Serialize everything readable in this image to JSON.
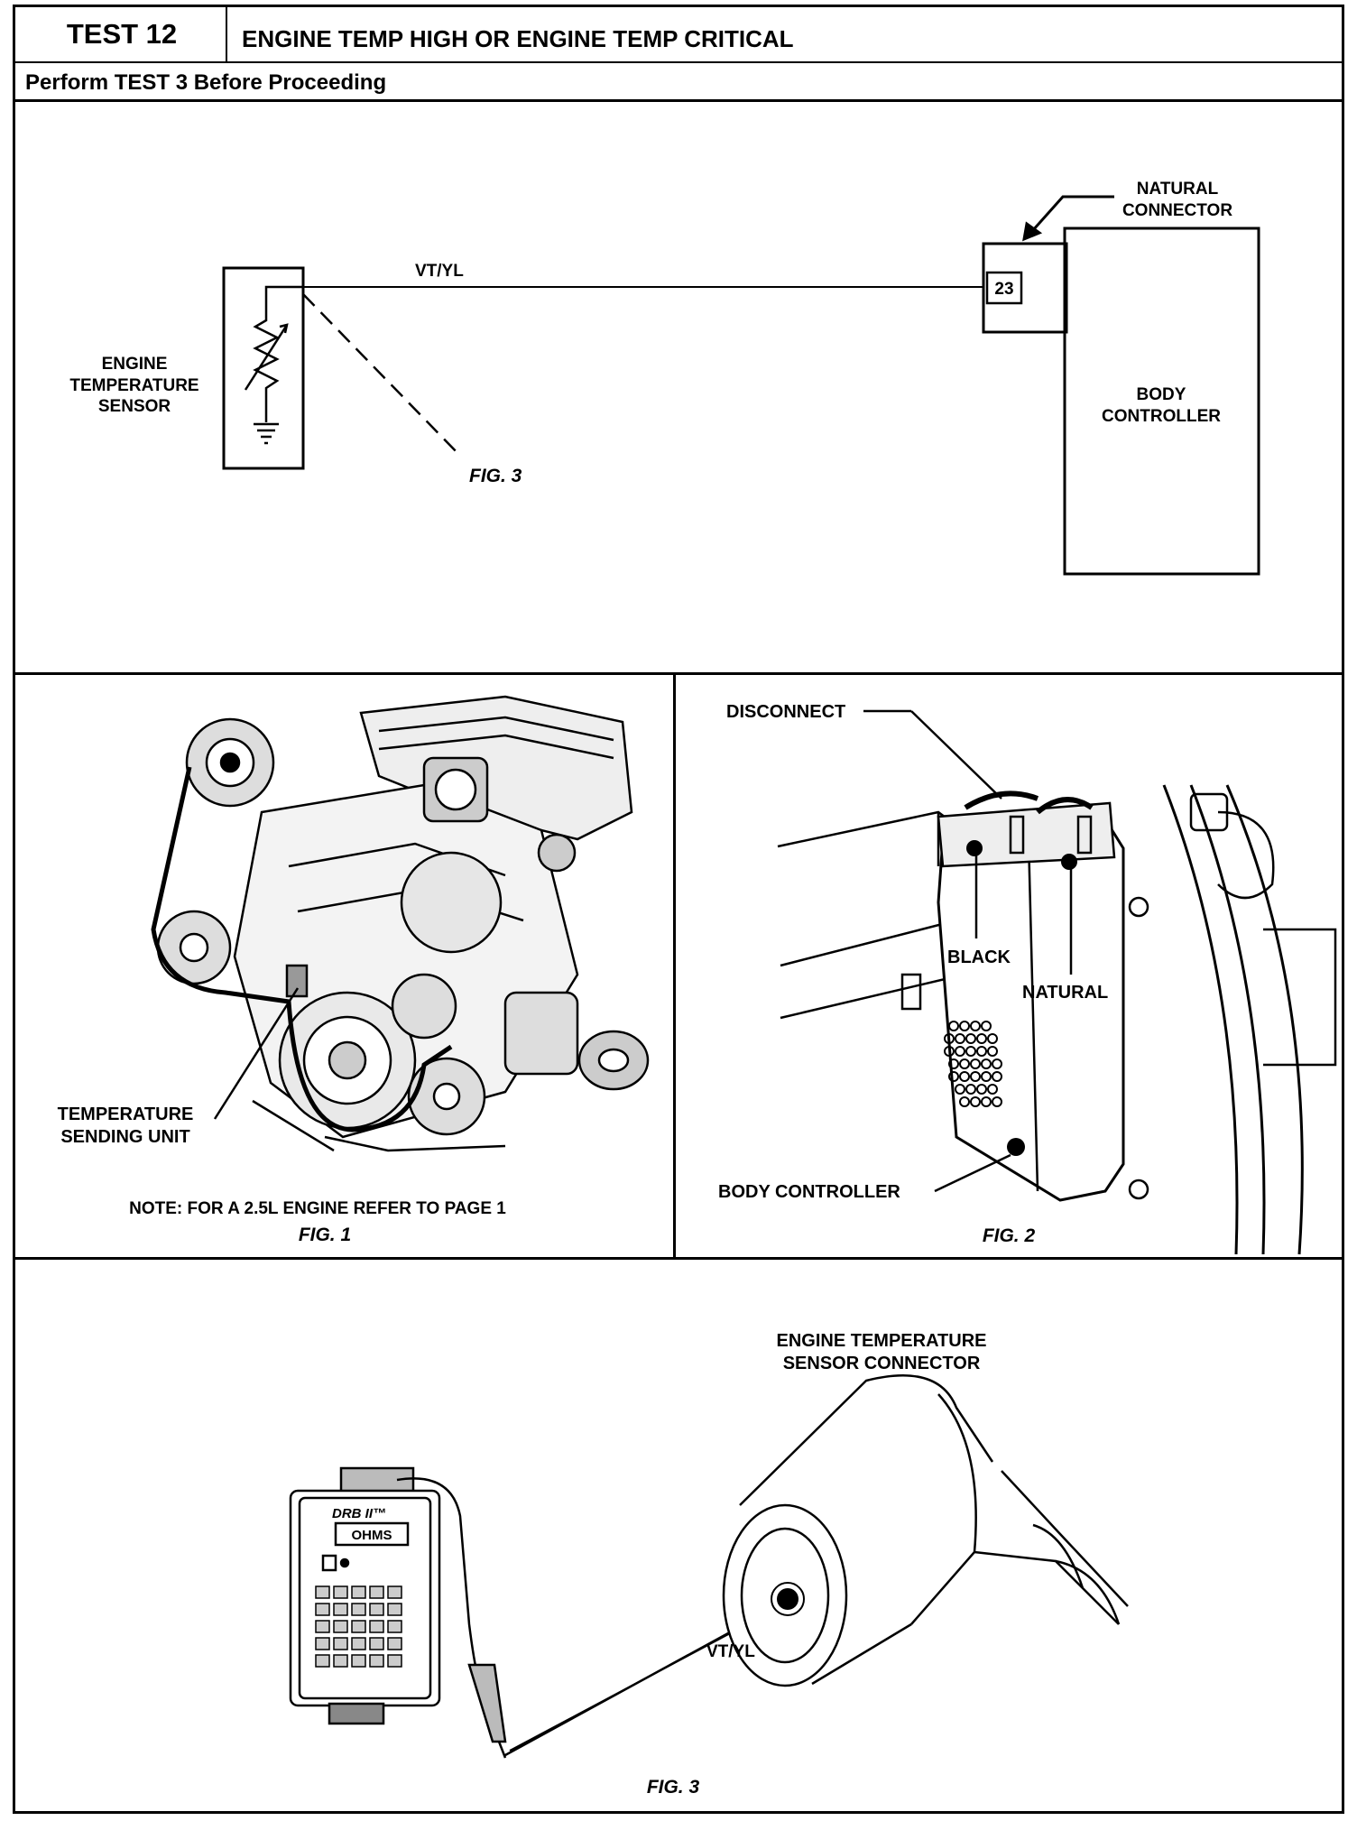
{
  "header": {
    "test_label": "TEST 12",
    "title": "ENGINE TEMP HIGH OR ENGINE TEMP CRITICAL",
    "perform_note": "Perform TEST 3 Before Proceeding"
  },
  "schematic": {
    "sensor_label": [
      "ENGINE",
      "TEMPERATURE",
      "SENSOR"
    ],
    "wire_label": "VT/YL",
    "pin_number": "23",
    "connector_label": [
      "NATURAL",
      "CONNECTOR"
    ],
    "controller_label": [
      "BODY",
      "CONTROLLER"
    ],
    "fig_ref": "FIG. 3"
  },
  "fig1": {
    "callout": [
      "TEMPERATURE",
      "SENDING UNIT"
    ],
    "note": "NOTE: FOR A 2.5L ENGINE REFER TO PAGE 1",
    "caption": "FIG. 1"
  },
  "fig2": {
    "disconnect": "DISCONNECT",
    "black": "BLACK",
    "natural": "NATURAL",
    "body_controller": "BODY CONTROLLER",
    "caption": "FIG. 2"
  },
  "fig3": {
    "connector_label": [
      "ENGINE TEMPERATURE",
      "SENSOR CONNECTOR"
    ],
    "tester_brand": "DRB II™",
    "tester_display": "OHMS",
    "wire_label": "VT/YL",
    "caption": "FIG. 3"
  },
  "colors": {
    "ink": "#000000",
    "paper": "#ffffff"
  }
}
